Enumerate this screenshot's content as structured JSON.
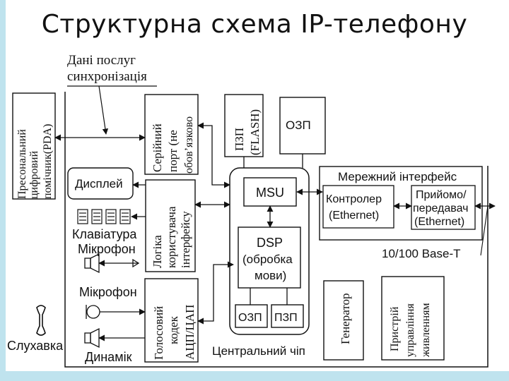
{
  "title": "Структурна схема IP-телефону",
  "labels": {
    "data_services": "Дані послуг",
    "sync": "синхронізація",
    "pda_1": "Пресональний",
    "pda_2": "цифровий",
    "pda_3": "помічник(PDA)",
    "serial_1": "Серійний",
    "serial_2": "порт (не",
    "serial_3": "обов’язково",
    "rom_flash_1": "ПЗП",
    "rom_flash_2": "(FLASH)",
    "ram_top": "ОЗП",
    "display": "Дисплей",
    "ui_logic_1": "Логіка",
    "ui_logic_2": "користувача",
    "ui_logic_3": "інтерфейсу",
    "keyboard": "Клавіатура",
    "microphone_top": "Мікрофон",
    "microphone": "Мікрофон",
    "codec_1": "Голосовий",
    "codec_2": "кодек",
    "codec_3": "АЦП/ЦАП",
    "handset": "Слухавка",
    "speaker": "Динамік",
    "msu": "MSU",
    "dsp_1": "DSP",
    "dsp_2": "(обробка",
    "dsp_3": "мови)",
    "ram_bottom": "ОЗП",
    "rom_bottom": "ПЗП",
    "central_chip": "Центральний чіп",
    "net_interface": "Мережний інтерфейс",
    "controller_1": "Контролер",
    "controller_2": "(Ethernet)",
    "transceiver_1": "Прийомо/",
    "transceiver_2": "передавач",
    "transceiver_3": "(Ethernet)",
    "base_t": "10/100 Base-T",
    "generator": "Генератор",
    "power_1": "Пристрій",
    "power_2": "управління",
    "power_3": "живленням"
  }
}
